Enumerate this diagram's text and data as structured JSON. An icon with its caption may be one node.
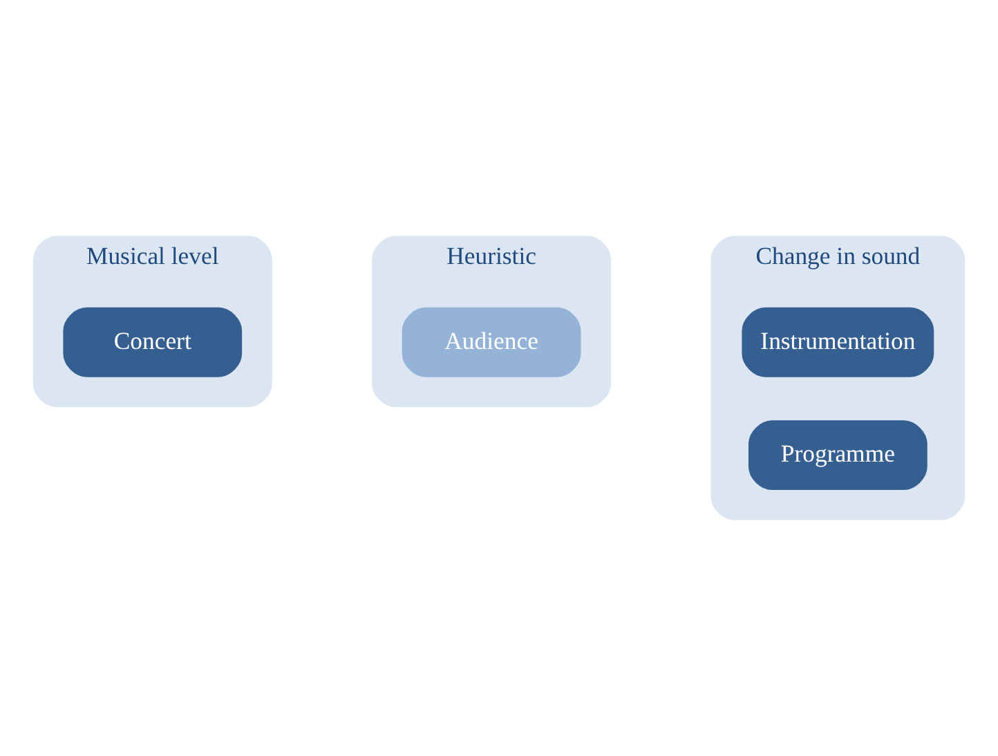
{
  "diagram": {
    "nodes": [
      {
        "text": [
          "Musical level"
        ]
      },
      {
        "text": [
          "Concert"
        ],
        "in": 0
      },
      {
        "text": [
          "Heuristic"
        ]
      },
      {
        "text": [
          "Audience"
        ],
        "in": 2
      },
      {
        "text": [
          "Change in sound"
        ]
      },
      {
        "text": [
          "Instrumentation"
        ],
        "in": 4
      },
      {
        "text": [
          "Programme"
        ],
        "in": 4
      }
    ]
  }
}
